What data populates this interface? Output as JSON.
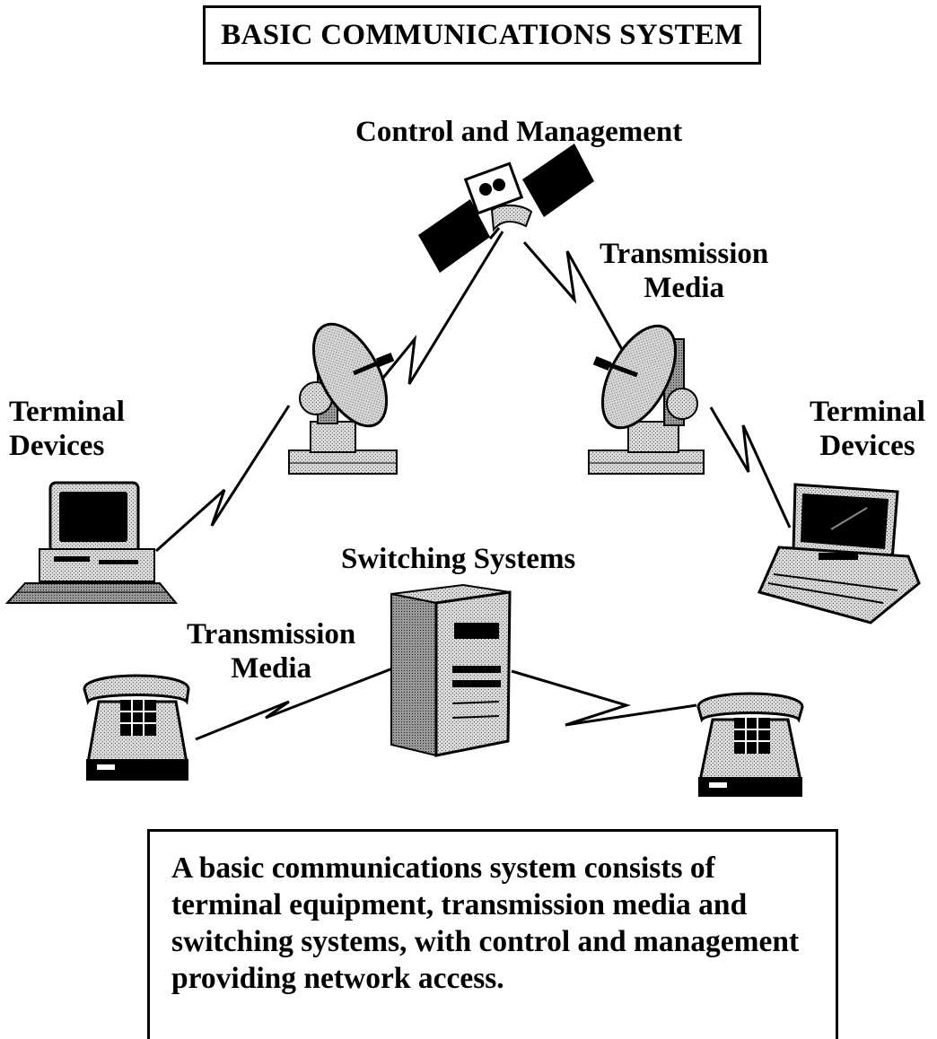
{
  "title": "BASIC COMMUNICATIONS SYSTEM",
  "labels": {
    "control": "Control and Management",
    "transmission_top": [
      "Transmission",
      "Media"
    ],
    "terminal_left": [
      "Terminal",
      "Devices"
    ],
    "terminal_right": [
      "Terminal",
      "Devices"
    ],
    "switching": "Switching Systems",
    "transmission_bottom": [
      "Transmission",
      "Media"
    ]
  },
  "description": "A basic communications system consists of\nterminal equipment, transmission media and\nswitching systems, with control and management\nproviding network access."
}
